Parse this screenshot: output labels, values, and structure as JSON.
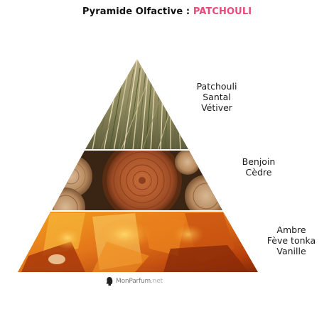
{
  "header": {
    "title_prefix": "Pyramide Olfactive :",
    "title_accent": "PATCHOULI"
  },
  "tiers": [
    {
      "notes": [
        "Patchouli",
        "Santal",
        "Vétiver"
      ]
    },
    {
      "notes": [
        "Benjoin",
        "Cèdre"
      ]
    },
    {
      "notes": [
        "Ambre",
        "Fève tonka",
        "Vanille"
      ]
    }
  ],
  "brand": {
    "name": "MonParfum",
    "suffix": ".net"
  },
  "colors": {
    "accent": "#e8487a",
    "title": "#111111"
  }
}
